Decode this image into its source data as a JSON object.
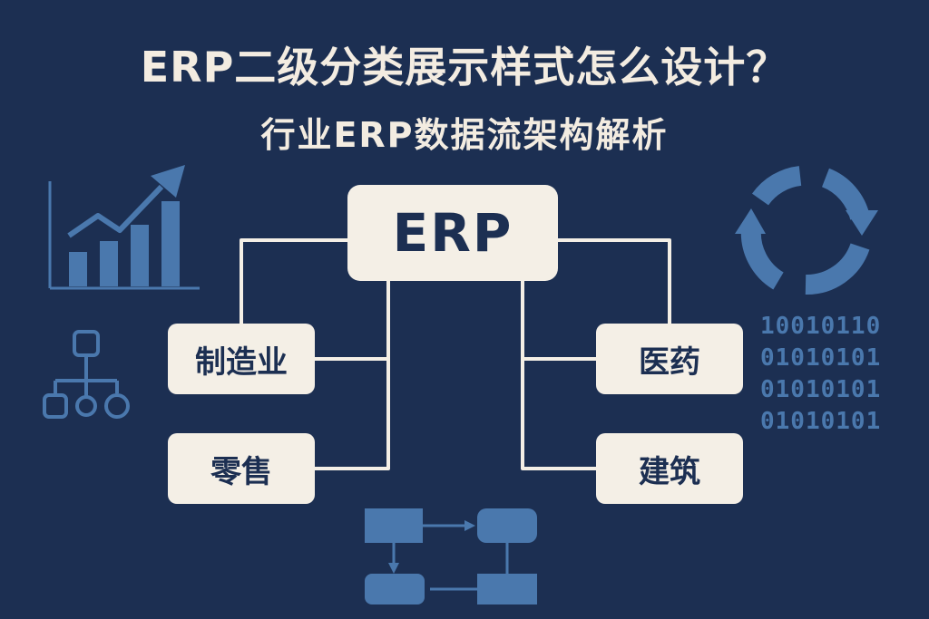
{
  "title": "ERP二级分类展示样式怎么设计？",
  "subtitle": "行业ERP数据流架构解析",
  "diagram": {
    "root": "ERP",
    "left_nodes": [
      "制造业",
      "零售"
    ],
    "right_nodes": [
      "医药",
      "建筑"
    ]
  },
  "binary_lines": [
    "10010110",
    "01010101",
    "01010101",
    "01010101"
  ],
  "decorations": {
    "top_left": "bar-chart-trend-icon",
    "middle_left": "hierarchy-tree-icon",
    "top_right": "refresh-cycle-icon",
    "bottom_center": "flowchart-icon"
  },
  "colors": {
    "background": "#1c2f52",
    "box_fill": "#f4efe6",
    "box_text": "#1c2f52",
    "connector": "#f4efe6",
    "accent": "#4a78ad"
  }
}
